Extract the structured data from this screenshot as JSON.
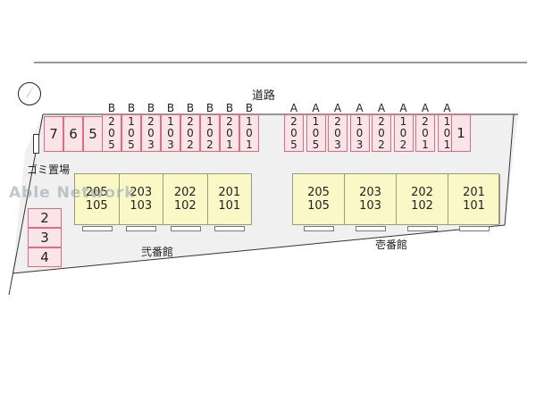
{
  "road_label": "道路",
  "garbage_label": "ゴミ置場",
  "watermark": "Able Network",
  "left_parking": [
    "7",
    "6",
    "5"
  ],
  "left_stack_parking": [
    "2",
    "3",
    "4"
  ],
  "b_row": [
    {
      "tag": "B",
      "num": [
        "2",
        "0",
        "5"
      ]
    },
    {
      "tag": "B",
      "num": [
        "1",
        "0",
        "5"
      ]
    },
    {
      "tag": "B",
      "num": [
        "2",
        "0",
        "3"
      ]
    },
    {
      "tag": "B",
      "num": [
        "1",
        "0",
        "3"
      ]
    },
    {
      "tag": "B",
      "num": [
        "2",
        "0",
        "2"
      ]
    },
    {
      "tag": "B",
      "num": [
        "1",
        "0",
        "2"
      ]
    },
    {
      "tag": "B",
      "num": [
        "2",
        "0",
        "1"
      ]
    },
    {
      "tag": "B",
      "num": [
        "1",
        "0",
        "1"
      ]
    }
  ],
  "a_row": [
    {
      "tag": "A",
      "num": [
        "2",
        "0",
        "5"
      ]
    },
    {
      "tag": "A",
      "num": [
        "1",
        "0",
        "5"
      ]
    },
    {
      "tag": "A",
      "num": [
        "2",
        "0",
        "3"
      ]
    },
    {
      "tag": "A",
      "num": [
        "1",
        "0",
        "3"
      ]
    },
    {
      "tag": "A",
      "num": [
        "2",
        "0",
        "2"
      ]
    },
    {
      "tag": "A",
      "num": [
        "1",
        "0",
        "2"
      ]
    },
    {
      "tag": "A",
      "num": [
        "2",
        "0",
        "1"
      ]
    },
    {
      "tag": "A",
      "num": [
        "1",
        "0",
        "1"
      ]
    }
  ],
  "right_parking": "1",
  "building_b": {
    "name": "弐番館",
    "units": [
      [
        "205",
        "105"
      ],
      [
        "203",
        "103"
      ],
      [
        "202",
        "102"
      ],
      [
        "201",
        "101"
      ]
    ]
  },
  "building_a": {
    "name": "壱番館",
    "units": [
      [
        "205",
        "105"
      ],
      [
        "203",
        "103"
      ],
      [
        "202",
        "102"
      ],
      [
        "201",
        "101"
      ]
    ]
  },
  "colors": {
    "parking_fill": "#fbe4e8",
    "parking_border": "#e06b85",
    "building_fill": "#fbf8c7",
    "lot_fill": "#f0f0f0"
  }
}
